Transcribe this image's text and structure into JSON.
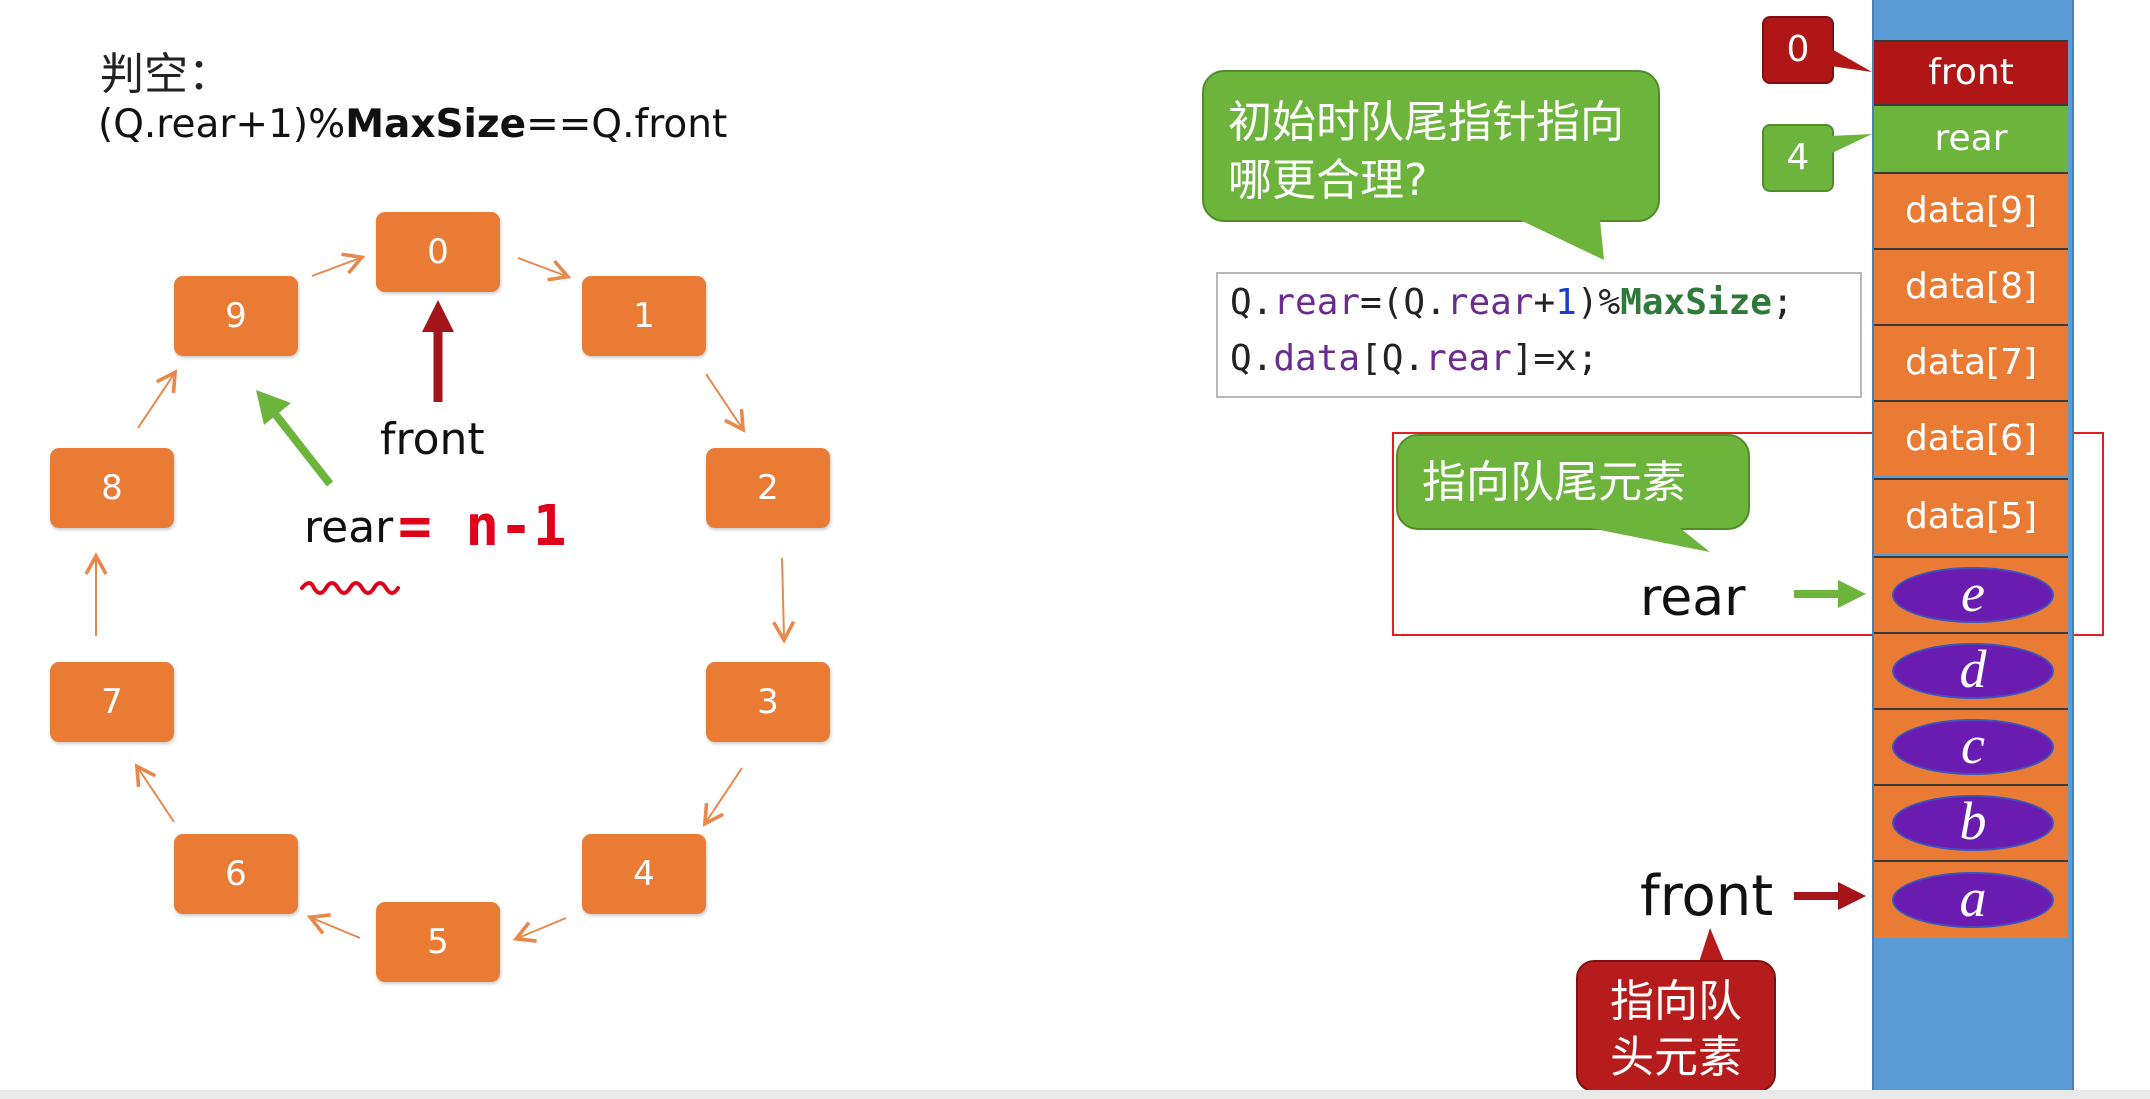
{
  "left_panel": {
    "title": "判空：",
    "condition_pre": "(Q.rear+1)%",
    "condition_bold": "MaxSize",
    "condition_post": "==Q.front",
    "ring_nodes": [
      "0",
      "1",
      "2",
      "3",
      "4",
      "5",
      "6",
      "7",
      "8",
      "9"
    ],
    "front_label": "front",
    "rear_label": "rear",
    "handwritten_note": "= n-1",
    "colors": {
      "node": "#ea7b35",
      "front_arrow": "#a3151a",
      "rear_arrow": "#6cb43c",
      "ink": "#e0001a"
    }
  },
  "right_panel": {
    "question_callout": "初始时队尾指针指向哪更合理?",
    "code_lines": [
      {
        "parts": [
          [
            "Q.",
            "plain"
          ],
          [
            "rear",
            "field"
          ],
          [
            "=(Q.",
            "plain"
          ],
          [
            "rear",
            "field"
          ],
          [
            "+",
            "plain"
          ],
          [
            "1",
            "num"
          ],
          [
            ")%",
            "plain"
          ],
          [
            "MaxSize",
            "const"
          ],
          [
            ";",
            "plain"
          ]
        ]
      },
      {
        "parts": [
          [
            "Q.",
            "plain"
          ],
          [
            "data",
            "field"
          ],
          [
            "[Q.",
            "plain"
          ],
          [
            "rear",
            "field"
          ],
          [
            "]=x;",
            "plain"
          ]
        ]
      }
    ],
    "tail_callout": "指向队尾元素",
    "rear_pointer_label": "rear",
    "front_pointer_label": "front",
    "head_callout_line1": "指向队",
    "head_callout_line2": "头元素",
    "memory": {
      "front_cell": "front",
      "rear_cell": "rear",
      "front_value": "0",
      "rear_value": "4",
      "data_cells": [
        "data[9]",
        "data[8]",
        "data[7]",
        "data[6]",
        "data[5]"
      ],
      "elements": [
        "e",
        "d",
        "c",
        "b",
        "a"
      ]
    },
    "colors": {
      "callout_green": "#6cb43c",
      "callout_red": "#b71c1c",
      "memory": "#5b9bd5",
      "highlight_frame": "#e02020"
    }
  }
}
